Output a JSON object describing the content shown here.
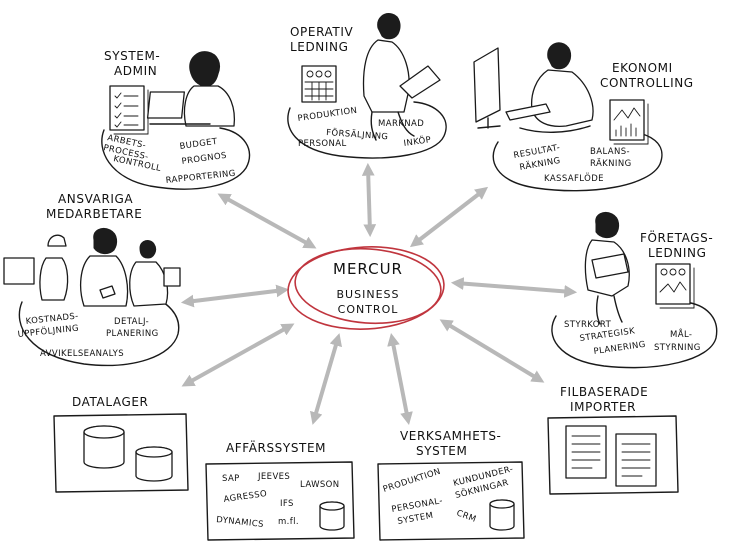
{
  "center": {
    "title": "MERCUR",
    "line1": "BUSINESS",
    "line2": "CONTROL",
    "accent_color": "#c0353e"
  },
  "arrow_color": "#b8b8b8",
  "nodes": {
    "system_admin": {
      "title1": "SYSTEM-",
      "title2": "ADMIN",
      "labels": [
        "ARBETS-",
        "PROCESS-",
        "KONTROLL",
        "BUDGET",
        "PROGNOS",
        "RAPPORTERING"
      ]
    },
    "operativ_ledning": {
      "title1": "OPERATIV",
      "title2": "LEDNING",
      "labels": [
        "PRODUKTION",
        "MARKNAD",
        "FÖRSÄLJNING",
        "PERSONAL",
        "INKÖP"
      ]
    },
    "ekonomi_controlling": {
      "title1": "EKONOMI",
      "title2": "CONTROLLING",
      "labels": [
        "RESULTAT-",
        "RÄKNING",
        "BALANS-",
        "RÄKNING",
        "KASSAFLÖDE"
      ]
    },
    "ansvariga_medarbetare": {
      "title1": "ANSVARIGA",
      "title2": "MEDARBETARE",
      "labels": [
        "KOSTNADS-",
        "UPPFÖLJNING",
        "DETALJ-",
        "PLANERING",
        "AVVIKELSEANALYS"
      ]
    },
    "foretagsledning": {
      "title1": "FÖRETAGS-",
      "title2": "LEDNING",
      "labels": [
        "STYRKORT",
        "STRATEGISK",
        "PLANERING",
        "MÅL-",
        "STYRNING"
      ]
    },
    "datalager": {
      "title": "DATALAGER"
    },
    "affarssystem": {
      "title": "AFFÄRSSYSTEM",
      "labels": [
        "SAP",
        "JEEVES",
        "LAWSON",
        "AGRESSO",
        "IFS",
        "DYNAMICS",
        "m.fl."
      ]
    },
    "verksamhetssystem": {
      "title1": "VERKSAMHETS-",
      "title2": "SYSTEM",
      "labels": [
        "PRODUKTION",
        "KUNDUNDER-",
        "SÖKNINGAR",
        "PERSONAL-",
        "SYSTEM",
        "CRM"
      ]
    },
    "filbaserade_importer": {
      "title1": "FILBASERADE",
      "title2": "IMPORTER"
    }
  }
}
